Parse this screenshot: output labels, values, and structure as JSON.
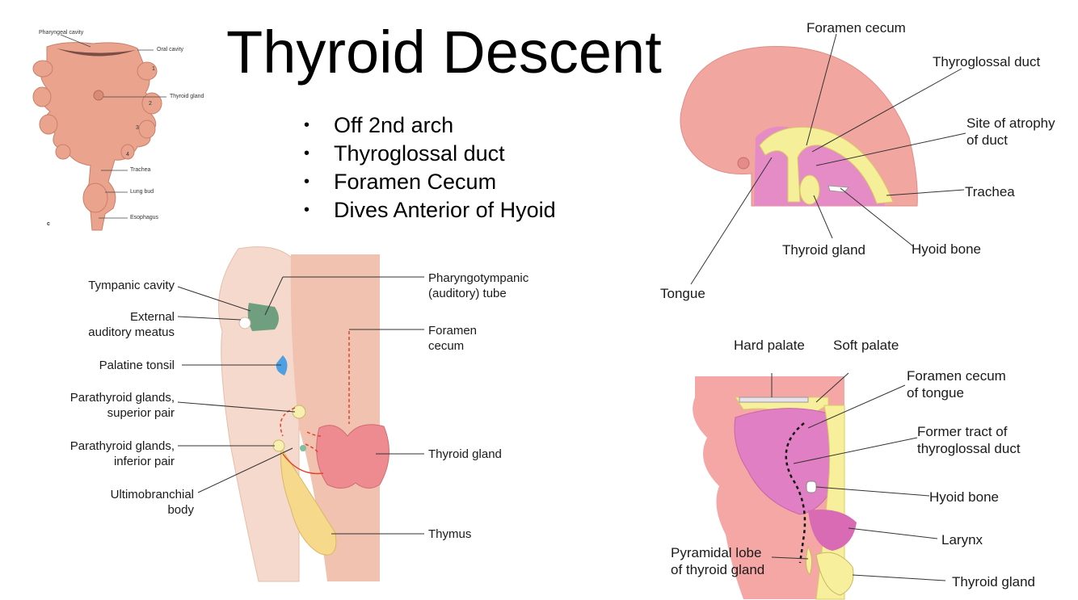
{
  "slide": {
    "title": "Thyroid Descent",
    "bullets": [
      "Off 2nd arch",
      "Thyroglossal duct",
      "Foramen Cecum",
      "Dives Anterior of Hyoid"
    ],
    "bullet_glyph": "•"
  },
  "arches_figure": {
    "labels": {
      "pharyngeal_cavity": "Pharyngeal cavity",
      "oral_cavity": "Oral cavity",
      "thyroid_gland": "Thyroid gland",
      "trachea": "Trachea",
      "lung_bud": "Lung bud",
      "esophagus": "Esophagus",
      "panel_letter": "c"
    },
    "arch_numbers": [
      "1",
      "2",
      "3",
      "4"
    ],
    "colors": {
      "tissue": "#eaa48e",
      "tissue_dark": "#c97f69"
    }
  },
  "pouches_figure": {
    "labels": {
      "tympanic_cavity": "Tympanic cavity",
      "external_auditory_meatus": "External\nauditory meatus",
      "palatine_tonsil": "Palatine tonsil",
      "parathyroid_superior": "Parathyroid glands,\nsuperior pair",
      "parathyroid_inferior": "Parathyroid glands,\ninferior pair",
      "ultimobranchial_body": "Ultimobranchial\nbody",
      "pharyngotympanic_tube": "Pharyngotympanic\n(auditory) tube",
      "foramen_cecum": "Foramen\ncecum",
      "thyroid_gland": "Thyroid gland",
      "thymus": "Thymus"
    },
    "colors": {
      "body": "#f5d9cc",
      "pharynx": "#f2c2b0",
      "thyroid": "#ee8b90",
      "thymus": "#f6d98a",
      "tympanic": "#6f9f7e",
      "tonsil": "#4f9fe3",
      "arrow": "#e0442c"
    }
  },
  "sagittal_figure": {
    "labels": {
      "foramen_cecum": "Foramen cecum",
      "thyroglossal_duct": "Thyroglossal duct",
      "site_of_atrophy": "Site of atrophy\nof duct",
      "trachea": "Trachea",
      "thyroid_gland": "Thyroid gland",
      "hyoid_bone": "Hyoid bone",
      "tongue": "Tongue"
    },
    "colors": {
      "head": "#f2a6a0",
      "inner": "#e58cc6",
      "duct": "#f6ef9a"
    }
  },
  "adult_figure": {
    "labels": {
      "hard_palate": "Hard palate",
      "soft_palate": "Soft palate",
      "foramen_cecum_of_tongue": "Foramen cecum\nof tongue",
      "former_tract": "Former tract of\nthyroglossal duct",
      "hyoid_bone": "Hyoid bone",
      "larynx": "Larynx",
      "pyramidal_lobe": "Pyramidal lobe\nof thyroid gland",
      "thyroid_gland": "Thyroid gland"
    },
    "colors": {
      "face": "#f4a7a4",
      "tongue": "#e07fc3",
      "yellow": "#f7ef9c"
    }
  }
}
